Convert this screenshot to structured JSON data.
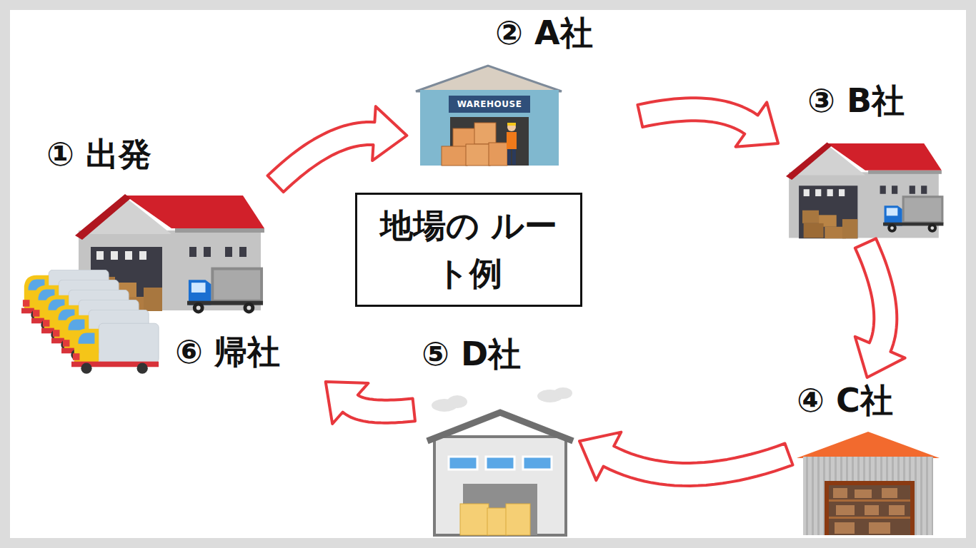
{
  "diagram": {
    "nodes": [
      {
        "text": [
          "① 出発"
        ]
      },
      {
        "text": [
          "② A社"
        ]
      },
      {
        "text": [
          "③ B社"
        ]
      },
      {
        "text": [
          "④ C社"
        ]
      },
      {
        "text": [
          "⑤ D社"
        ]
      },
      {
        "text": [
          "⑥ 帰社"
        ]
      },
      {
        "text": [
          "地場の ルート例"
        ]
      }
    ],
    "edges": [
      {
        "from": 0,
        "to": 1,
        "arrow": "to"
      },
      {
        "from": 1,
        "to": 2,
        "arrow": "to"
      },
      {
        "from": 2,
        "to": 3,
        "arrow": "to"
      },
      {
        "from": 3,
        "to": 4,
        "arrow": "to"
      },
      {
        "from": 4,
        "to": 5,
        "arrow": "to"
      }
    ],
    "labels": [
      "WAREHOUSE"
    ]
  }
}
